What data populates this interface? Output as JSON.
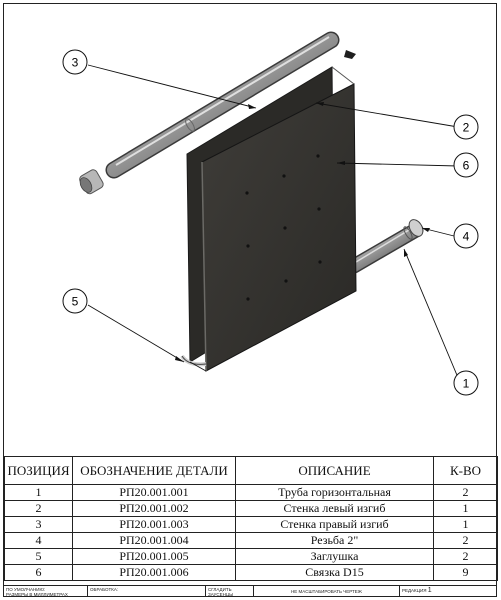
{
  "balloons": [
    "1",
    "2",
    "3",
    "4",
    "5",
    "6"
  ],
  "bom": {
    "headers": {
      "position": "ПОЗИЦИЯ",
      "designation": "ОБОЗНАЧЕНИЕ ДЕТАЛИ",
      "description": "ОПИСАНИЕ",
      "quantity": "К-ВО"
    },
    "rows": [
      {
        "position": "1",
        "designation": "РП20.001.001",
        "description": "Труба горизонтальная",
        "quantity": "2"
      },
      {
        "position": "2",
        "designation": "РП20.001.002",
        "description": "Стенка левый изгиб",
        "quantity": "1"
      },
      {
        "position": "3",
        "designation": "РП20.001.003",
        "description": "Стенка правый изгиб",
        "quantity": "1"
      },
      {
        "position": "4",
        "designation": "РП20.001.004",
        "description": "Резьба 2\"",
        "quantity": "2"
      },
      {
        "position": "5",
        "designation": "РП20.001.005",
        "description": "Заглушка",
        "quantity": "2"
      },
      {
        "position": "6",
        "designation": "РП20.001.006",
        "description": "Связка  D15",
        "quantity": "9"
      }
    ]
  },
  "title_block": {
    "default_note_1": "ПО УМОЛЧАНИЮ:",
    "default_note_2": "РАЗМЕРЫ В МИЛЛИМЕТРАХ",
    "processing": "ОБРАБОТКА:",
    "deburr_1": "СГЛАДИТЬ",
    "deburr_2": "ЗАУСЕНЦЫ",
    "no_scale": "НЕ МАСШТАБИРОВАТЬ ЧЕРТЕЖ",
    "revision_label": "РЕДАКЦИЯ",
    "revision_value": "1"
  }
}
